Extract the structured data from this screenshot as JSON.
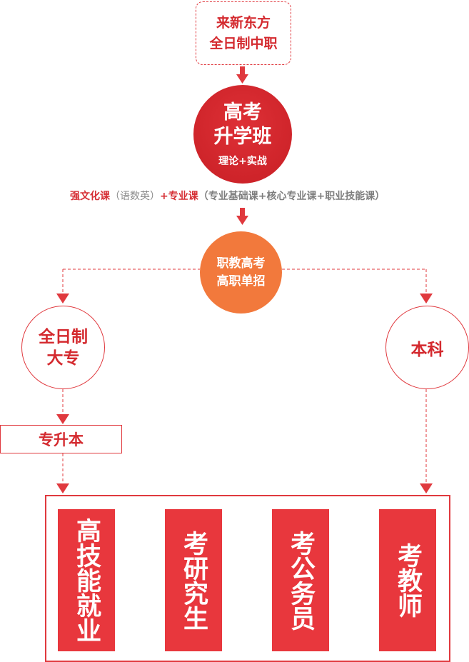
{
  "top_box": {
    "line1": "来新东方",
    "line2": "全日制中职"
  },
  "main_circle": {
    "line1": "高考",
    "line2": "升学班",
    "subtitle": "理论+实战"
  },
  "courses": {
    "part1": "强文化课",
    "part2": "（语数英）",
    "part3": "+专业课",
    "part4": "（专业基础课+核心专业课+职业技能课）"
  },
  "exam_circle": {
    "line1": "职教高考",
    "line2": "高职单招"
  },
  "left_branch": {
    "line1": "全日制",
    "line2": "大专",
    "upgrade": "专升本"
  },
  "right_branch": {
    "label": "本科"
  },
  "outcomes": [
    {
      "label": "高技能就业"
    },
    {
      "label": "考研究生"
    },
    {
      "label": "考公务员"
    },
    {
      "label": "考教师"
    }
  ],
  "colors": {
    "red": "#e0393e",
    "dark_red": "#c81f25",
    "orange": "#f2793c",
    "gray": "#7e7e7e"
  }
}
